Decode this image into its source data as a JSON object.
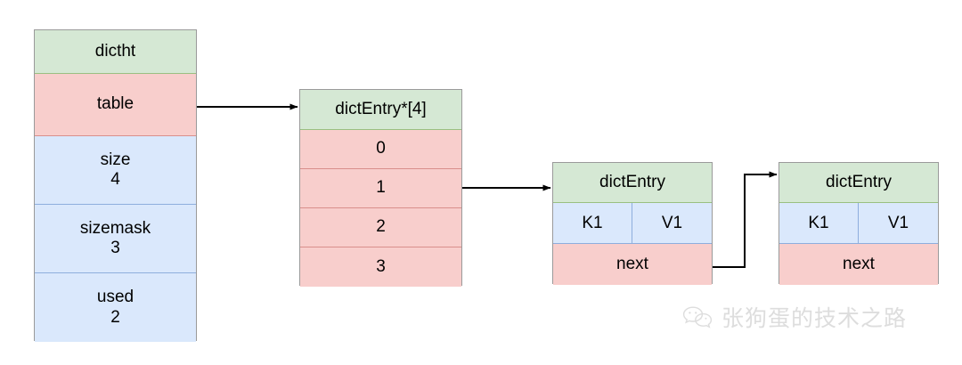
{
  "diagram": {
    "type": "redis-dictht-hashtable-structure",
    "dictht": {
      "title": "dictht",
      "fields": [
        {
          "name": "table",
          "value": "",
          "color": "#f8cecc",
          "label": "table"
        },
        {
          "name": "size",
          "value": "4",
          "color": "#dae8fc",
          "label": "size\n4"
        },
        {
          "name": "sizemask",
          "value": "3",
          "color": "#dae8fc",
          "label": "sizemask\n3"
        },
        {
          "name": "used",
          "value": "2",
          "color": "#dae8fc",
          "label": "used\n2"
        }
      ]
    },
    "bucket_array": {
      "title": "dictEntry*[4]",
      "indices": [
        "0",
        "1",
        "2",
        "3"
      ]
    },
    "entries": [
      {
        "title": "dictEntry",
        "key": "K1",
        "value": "V1",
        "next_label": "next"
      },
      {
        "title": "dictEntry",
        "key": "K1",
        "value": "V1",
        "next_label": "next"
      }
    ],
    "arrows": [
      {
        "from": "dictht.table",
        "to": "bucket_array.title"
      },
      {
        "from": "bucket_array.1",
        "to": "entries.0.title"
      },
      {
        "from": "entries.0.next",
        "to": "entries.1.title"
      }
    ]
  },
  "watermark": {
    "icon": "wechat-icon",
    "text": "张狗蛋的技术之路"
  },
  "colors": {
    "green": "#d5e8d4",
    "green_border": "#9ac081",
    "pink": "#f8cecc",
    "pink_border": "#d98f8c",
    "blue": "#dae8fc",
    "blue_border": "#8eaedd",
    "box_border": "#9a9a9a",
    "arrow": "#000000",
    "background": "#ffffff",
    "watermark_text": "#c9c9c9"
  }
}
